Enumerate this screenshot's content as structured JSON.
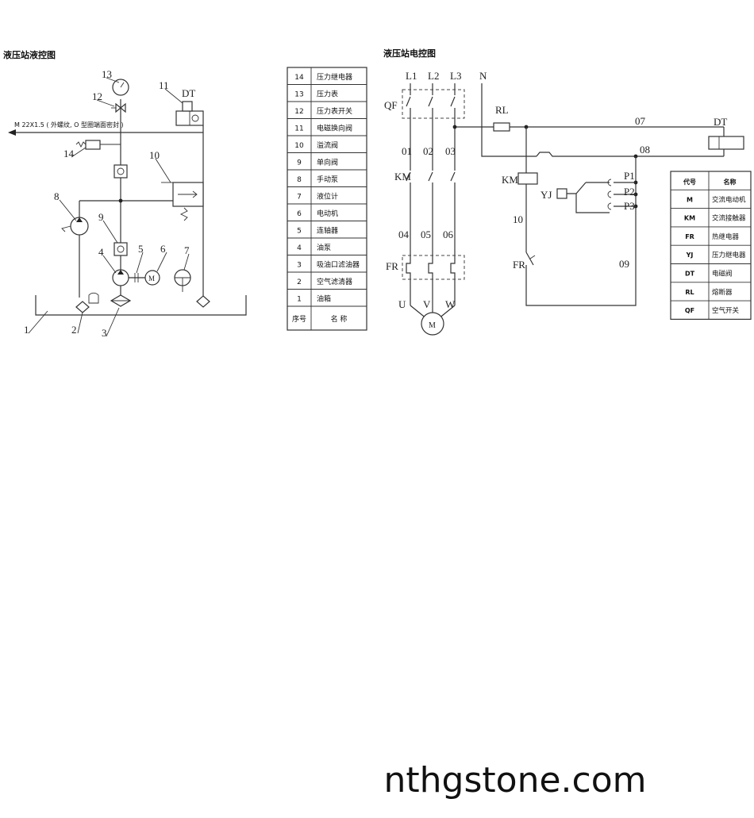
{
  "hydraulic": {
    "title": "液压站液控图",
    "port_note": "M 22X1.5 ( 外螺纹, O 型圈端面密封 )",
    "dt_label": "DT",
    "callouts": [
      "1",
      "2",
      "3",
      "4",
      "5",
      "6",
      "7",
      "8",
      "9",
      "10",
      "11",
      "12",
      "13",
      "14"
    ]
  },
  "parts_table": {
    "rows": [
      {
        "no": "14",
        "name": "压力继电器"
      },
      {
        "no": "13",
        "name": "压力表"
      },
      {
        "no": "12",
        "name": "压力表开关"
      },
      {
        "no": "11",
        "name": "电磁换向阀"
      },
      {
        "no": "10",
        "name": "溢流阀"
      },
      {
        "no": "9",
        "name": "单向阀"
      },
      {
        "no": "8",
        "name": "手动泵"
      },
      {
        "no": "7",
        "name": "液位计"
      },
      {
        "no": "6",
        "name": "电动机"
      },
      {
        "no": "5",
        "name": "连轴器"
      },
      {
        "no": "4",
        "name": "油泵"
      },
      {
        "no": "3",
        "name": "吸油口滤油器"
      },
      {
        "no": "2",
        "name": "空气滤清器"
      },
      {
        "no": "1",
        "name": "油箱"
      }
    ],
    "footer": {
      "no": "序号",
      "name": "名  称"
    }
  },
  "electrical": {
    "title": "液压站电控图",
    "phases": [
      "L1",
      "L2",
      "L3",
      "N"
    ],
    "labels": {
      "qf": "QF",
      "rl": "RL",
      "km": "KM",
      "fr": "FR",
      "yj": "YJ",
      "dt": "DT",
      "w01": "01",
      "w02": "02",
      "w03": "03",
      "w04": "04",
      "w05": "05",
      "w06": "06",
      "w07": "07",
      "w08": "08",
      "w09": "09",
      "w10": "10",
      "p1": "P1",
      "p2": "P2",
      "p3": "P3",
      "u": "U",
      "v": "V",
      "w": "W",
      "motor": "M"
    }
  },
  "legend_table": {
    "header": {
      "code": "代号",
      "name": "名称"
    },
    "rows": [
      {
        "code": "M",
        "name": "交流电动机"
      },
      {
        "code": "KM",
        "name": "交流接触器"
      },
      {
        "code": "FR",
        "name": "热继电器"
      },
      {
        "code": "YJ",
        "name": "压力继电器"
      },
      {
        "code": "DT",
        "name": "电磁阀"
      },
      {
        "code": "RL",
        "name": "熔断器"
      },
      {
        "code": "QF",
        "name": "空气开关"
      }
    ]
  },
  "watermark": "nthgstone.com"
}
